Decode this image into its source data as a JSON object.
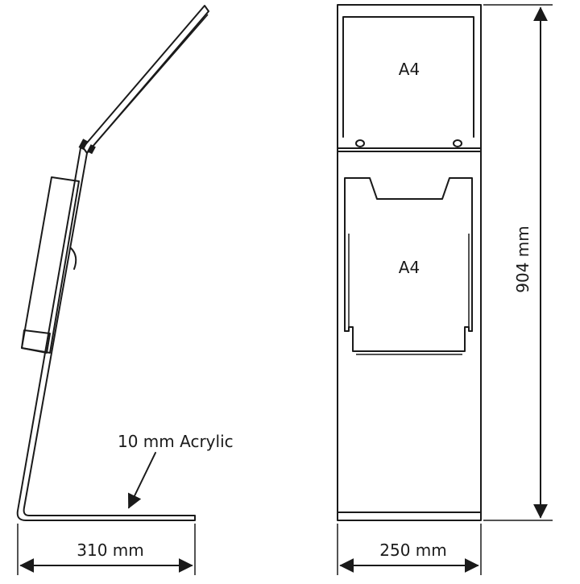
{
  "side_view": {
    "material_label": "10 mm Acrylic",
    "width_label": "310 mm"
  },
  "front_view": {
    "top_holder_label": "A4",
    "bottom_holder_label": "A4",
    "width_label": "250 mm",
    "height_label": "904 mm"
  }
}
